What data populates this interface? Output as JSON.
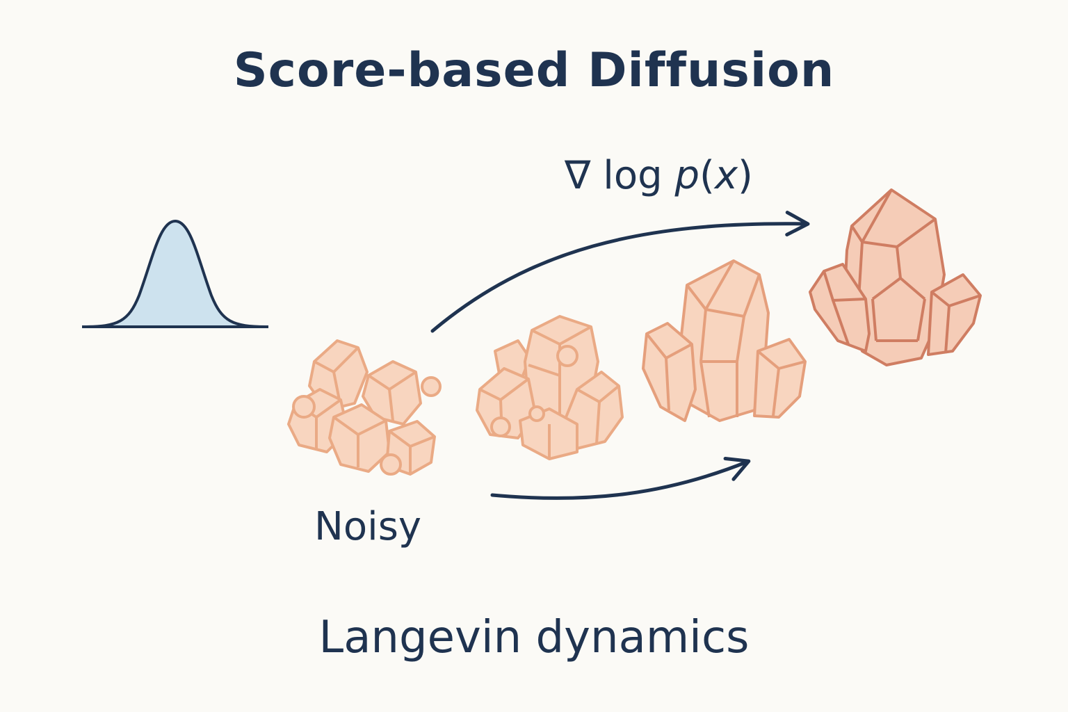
{
  "title": "Score-based Diffusion",
  "formula": {
    "nabla": "∇",
    "log": "log",
    "p": "p",
    "open": "(",
    "x": "x",
    "close": ")"
  },
  "noisy_label": "Noisy",
  "subtitle": "Langevin dynamics",
  "colors": {
    "background": "#fbfaf6",
    "ink": "#1f3350",
    "gaussian_fill": "#cde2ee",
    "crystal_fill": "#f8d5bf",
    "crystal_stroke_light": "#eaaa85",
    "crystal_stroke_dark": "#cf7d62"
  },
  "icons": [
    "gaussian-curve-icon",
    "noisy-crystal-icon",
    "crystal-stage-2-icon",
    "crystal-stage-3-icon",
    "final-crystal-icon",
    "arrow-icon"
  ]
}
